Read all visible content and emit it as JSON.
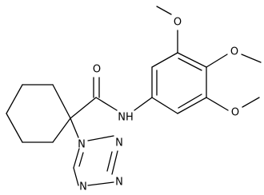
{
  "molecule": {
    "atom_labels": {
      "carbonyl_oxygen": "O",
      "amide_nitrogen": "NH",
      "tetrazole_n1": "N",
      "tetrazole_n2": "N",
      "tetrazole_n3": "N",
      "tetrazole_n4": "N",
      "methoxy_top_oxygen": "O",
      "methoxy_para_oxygen": "O",
      "methoxy_meta_oxygen": "O"
    },
    "colors": {
      "bond": "#000000",
      "label": "#000000",
      "background": "#ffffff"
    }
  }
}
